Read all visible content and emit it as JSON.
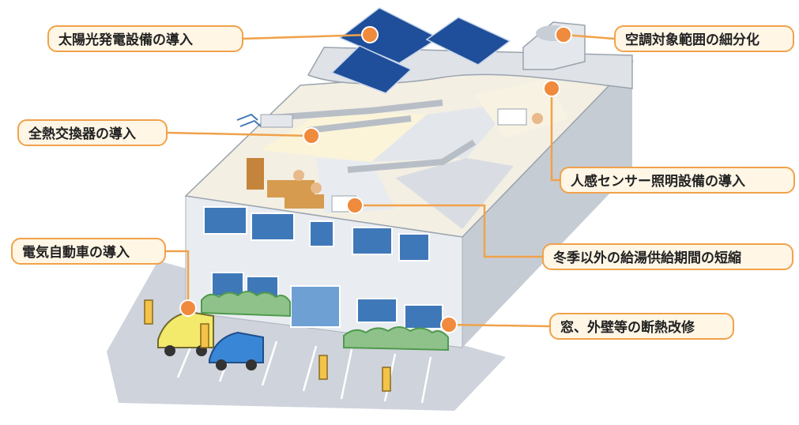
{
  "labels": {
    "solar": "太陽光発電設備の導入",
    "hvac": "空調対象範囲の細分化",
    "hrv": "全熱交換器の導入",
    "sensor": "人感センサー照明設備の導入",
    "ev": "電気自動車の導入",
    "water": "冬季以外の給湯供給期間の短縮",
    "window": "窓、外壁等の断熱改修"
  },
  "colors": {
    "accent": "#f0a24a",
    "dot": "#f08a3c",
    "label_bg": "#fff6e6",
    "solar_panel": "#1f4f9a",
    "glass": "#3f78b8",
    "wall": "#e9edf1",
    "lot": "#cfd3dc"
  }
}
